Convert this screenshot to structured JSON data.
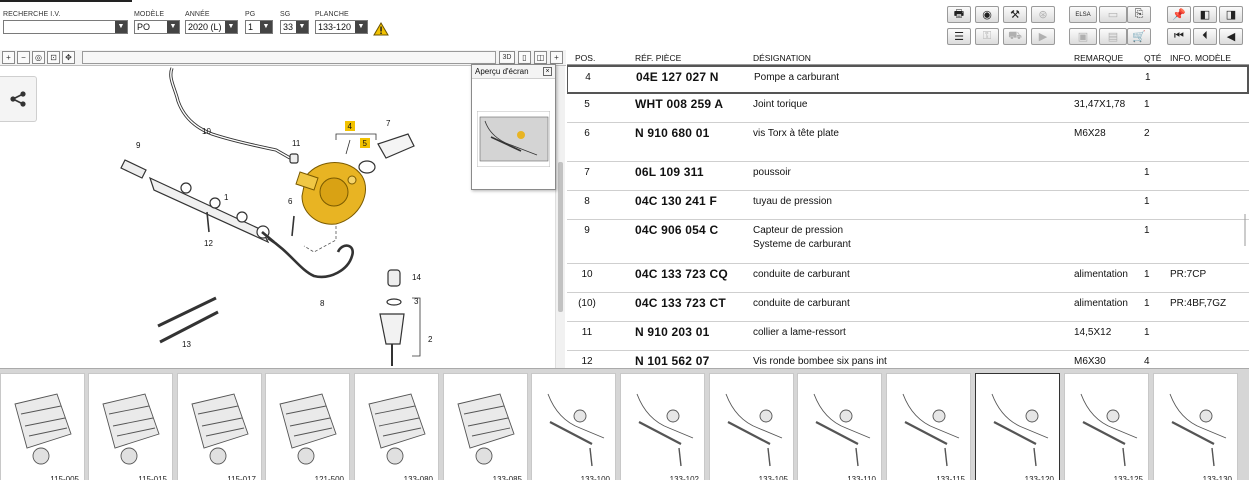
{
  "filters": {
    "search": {
      "label": "RECHERCHE I.V.",
      "value": ""
    },
    "model": {
      "label": "MODÈLE",
      "value": "PO"
    },
    "year": {
      "label": "ANNÉE",
      "value": "2020 (L)"
    },
    "pg": {
      "label": "PG",
      "value": "1"
    },
    "sg": {
      "label": "SG",
      "value": "33"
    },
    "plate": {
      "label": "PLANCHE",
      "value": "133-120"
    }
  },
  "toolbar": {
    "row1": [
      "print-icon",
      "disc-icon",
      "car-tool-icon",
      "car-dim-icon",
      "elsa-icon",
      "elsa-dim-icon",
      "doc-export-icon",
      "pin-icon",
      "prev-page-icon",
      "next-page-icon"
    ],
    "row2": [
      "list-icon",
      "key-icon",
      "car-outline-icon",
      "play-dim-icon",
      "device-dim-icon",
      "device2-dim-icon",
      "cart-icon",
      "first-icon",
      "prev-icon",
      "back-icon"
    ],
    "elsa_label": "ELSA"
  },
  "viewer": {
    "share_icon": "share-icon",
    "mode_3d": "3D",
    "preview_title": "Aperçu d'écran",
    "callouts": [
      "10",
      "11",
      "4",
      "5",
      "7",
      "9",
      "1",
      "6",
      "12",
      "8",
      "14",
      "3",
      "2",
      "13"
    ]
  },
  "parts": {
    "headers": {
      "pos": "POS.",
      "ref": "RÉF. PIÈCE",
      "des": "DÉSIGNATION",
      "rem": "REMARQUE",
      "qty": "QTÉ",
      "info": "INFO. MODÈLE"
    },
    "rows": [
      {
        "pos": "4",
        "ref": "04E 127 027 N",
        "des": "Pompe a carburant",
        "des2": "",
        "rem": "",
        "qty": "1",
        "info": "",
        "selected": true
      },
      {
        "pos": "5",
        "ref": "WHT 008 259 A",
        "des": "Joint torique",
        "des2": "",
        "rem": "31,47X1,78",
        "qty": "1",
        "info": ""
      },
      {
        "pos": "6",
        "ref": "N  910 680 01",
        "des": "vis Torx à tête plate",
        "des2": "",
        "rem": "M6X28",
        "qty": "2",
        "info": ""
      },
      {
        "pos": "7",
        "ref": "06L 109 311",
        "des": "poussoir",
        "des2": "",
        "rem": "",
        "qty": "1",
        "info": ""
      },
      {
        "pos": "8",
        "ref": "04C 130 241 F",
        "des": "tuyau de pression",
        "des2": "",
        "rem": "",
        "qty": "1",
        "info": ""
      },
      {
        "pos": "9",
        "ref": "04C 906 054 C",
        "des": "Capteur de pression",
        "des2": "Systeme de carburant",
        "rem": "",
        "qty": "1",
        "info": ""
      },
      {
        "pos": "10",
        "ref": "04C 133 723 CQ",
        "des": "conduite de carburant",
        "des2": "",
        "rem": "alimentation",
        "qty": "1",
        "info": "PR:7CP"
      },
      {
        "pos": "(10)",
        "ref": "04C 133 723 CT",
        "des": "conduite de carburant",
        "des2": "",
        "rem": "alimentation",
        "qty": "1",
        "info": "PR:4BF,7GZ"
      },
      {
        "pos": "11",
        "ref": "N  910 203 01",
        "des": "collier a lame-ressort",
        "des2": "",
        "rem": "14,5X12",
        "qty": "1",
        "info": ""
      },
      {
        "pos": "12",
        "ref": "N  101 562 07",
        "des": "Vis ronde bombee six pans int",
        "des2": "",
        "rem": "M6X30",
        "qty": "4",
        "info": ""
      }
    ]
  },
  "thumbnails": [
    {
      "label": "115-005"
    },
    {
      "label": "115-015"
    },
    {
      "label": "115-017"
    },
    {
      "label": "121-500"
    },
    {
      "label": "133-080"
    },
    {
      "label": "133-085"
    },
    {
      "label": "133-100"
    },
    {
      "label": "133-102"
    },
    {
      "label": "133-105"
    },
    {
      "label": "133-110"
    },
    {
      "label": "133-115"
    },
    {
      "label": "133-120",
      "active": true
    },
    {
      "label": "133-125"
    },
    {
      "label": "133-130"
    }
  ],
  "colors": {
    "accent_part": "#e8b423",
    "warning": "#f2c200",
    "dark_button": "#444444",
    "strip_bg": "#d6d6d6"
  }
}
